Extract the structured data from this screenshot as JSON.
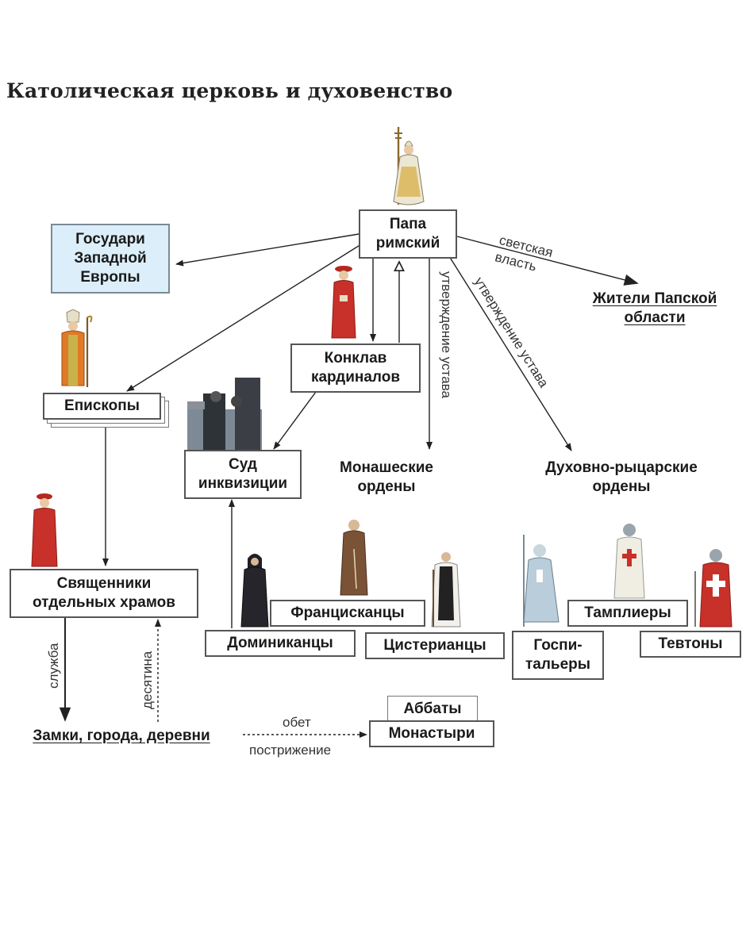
{
  "title": "Католическая церковь и духовенство",
  "nodes": {
    "pope": "Папа\nримский",
    "monarchs": "Государи\nЗападной\nЕвропы",
    "papal_residents": "Жители Папской\nобласти",
    "conclave": "Конклав\nкардиналов",
    "bishops": "Епископы",
    "inquisition": "Суд\nинквизиции",
    "monastic_orders": "Монашеские\nордены",
    "knight_orders": "Духовно-рыцарские\nордены",
    "priests": "Священники\nотдельных храмов",
    "franciscans": "Францисканцы",
    "dominicans": "Доминиканцы",
    "cistercians": "Цистерианцы",
    "templars": "Тамплиеры",
    "hospitallers": "Госпи-\nтальеры",
    "teutons": "Тевтоны",
    "castles": "Замки, города, деревни",
    "abbots": "Аббаты",
    "monasteries": "Монастыри"
  },
  "edge_labels": {
    "secular_power": "светская\nвласть",
    "charter_monastic": "утверждение устава",
    "charter_knight": "утверждение устава",
    "service": "служба",
    "tithe": "десятина",
    "vow": "обет",
    "tonsure": "пострижение"
  },
  "colors": {
    "highlight_box": "#dceef9",
    "box_border": "#555555",
    "arrow": "#222222",
    "cardinal_red": "#c8302a",
    "monk_brown": "#7a5236"
  }
}
